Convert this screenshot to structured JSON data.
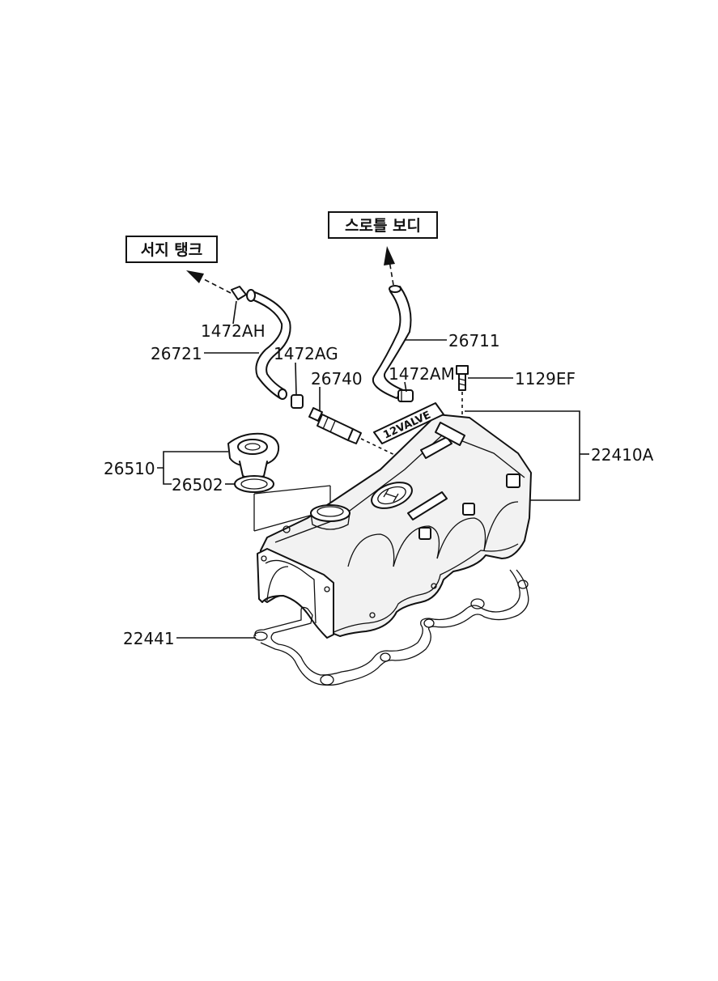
{
  "callouts": {
    "surge_tank": "서지 탱크",
    "throttle_body": "스로틀 보디"
  },
  "parts": {
    "p1472ah": "1472AH",
    "p26721": "26721",
    "p1472ag": "1472AG",
    "p26740": "26740",
    "p26711": "26711",
    "p1472am": "1472AM",
    "p1129ef": "1129EF",
    "p22410a": "22410A",
    "p26510": "26510",
    "p26502": "26502",
    "p22441": "22441"
  },
  "cover_markings": {
    "plate_text": "12VALVE",
    "logo": "hyundai-logo"
  },
  "colors": {
    "line": "#111111",
    "background": "#ffffff"
  }
}
